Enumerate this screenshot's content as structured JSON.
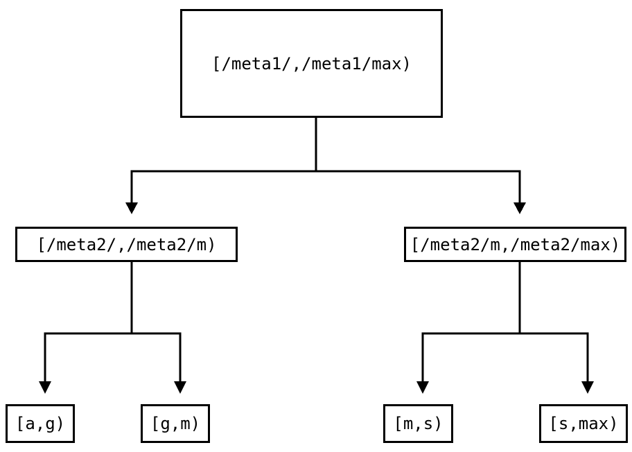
{
  "colors": {
    "background": "#ffffff",
    "line": "#000000",
    "text": "#000000"
  },
  "nodes": {
    "root": "[/meta1/,/meta1/max)",
    "level2_left": "[/meta2/,/meta2/m)",
    "level2_right": "[/meta2/m,/meta2/max)",
    "leaf_ag": "[a,g)",
    "leaf_gm": "[g,m)",
    "leaf_ms": "[m,s)",
    "leaf_smax": "[s,max)"
  }
}
